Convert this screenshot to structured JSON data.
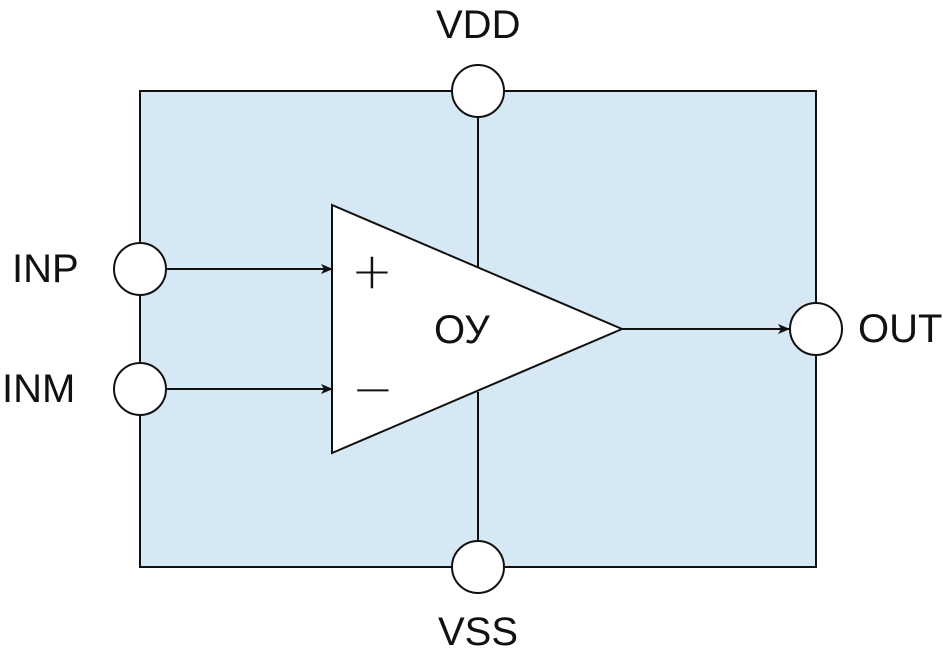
{
  "block": {
    "fill_color": "#d6e8f4",
    "stroke_color": "#111111"
  },
  "amplifier": {
    "label": "ОУ",
    "plus_sign": "+",
    "minus_sign": "−"
  },
  "pins": {
    "vdd": "VDD",
    "vss": "VSS",
    "inp": "INP",
    "inm": "INM",
    "out": "OUT"
  }
}
